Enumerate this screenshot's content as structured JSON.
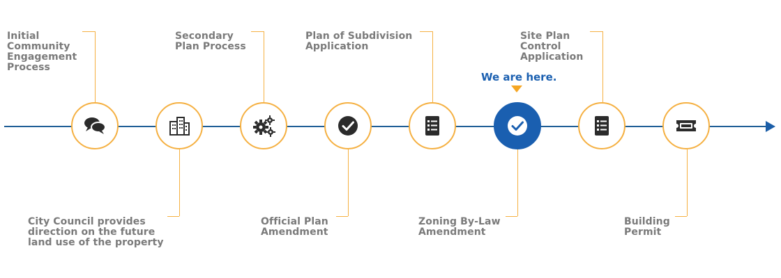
{
  "diagram": {
    "marker_text": "We are here.",
    "colors": {
      "axis": "#1f5e96",
      "accent": "#f5b041",
      "current": "#1a5fb0",
      "label": "#7a7a7a"
    },
    "steps": [
      {
        "label": "Initial\nCommunity\nEngagement\nProcess",
        "icon": "chat-bubbles-icon",
        "current": false
      },
      {
        "label": "City Council provides\ndirection on the future\nland use of the property",
        "icon": "buildings-icon",
        "current": false
      },
      {
        "label": "Secondary\nPlan Process",
        "icon": "gears-icon",
        "current": false
      },
      {
        "label": "Official Plan\nAmendment",
        "icon": "check-circle-icon",
        "current": false
      },
      {
        "label": "Plan of Subdivision\nApplication",
        "icon": "checklist-icon",
        "current": false
      },
      {
        "label": "Zoning By-Law\nAmendment",
        "icon": "check-circle-icon",
        "current": true
      },
      {
        "label": "Site Plan\nControl\nApplication",
        "icon": "checklist-icon",
        "current": false
      },
      {
        "label": "Building\nPermit",
        "icon": "ticket-icon",
        "current": false
      }
    ]
  }
}
